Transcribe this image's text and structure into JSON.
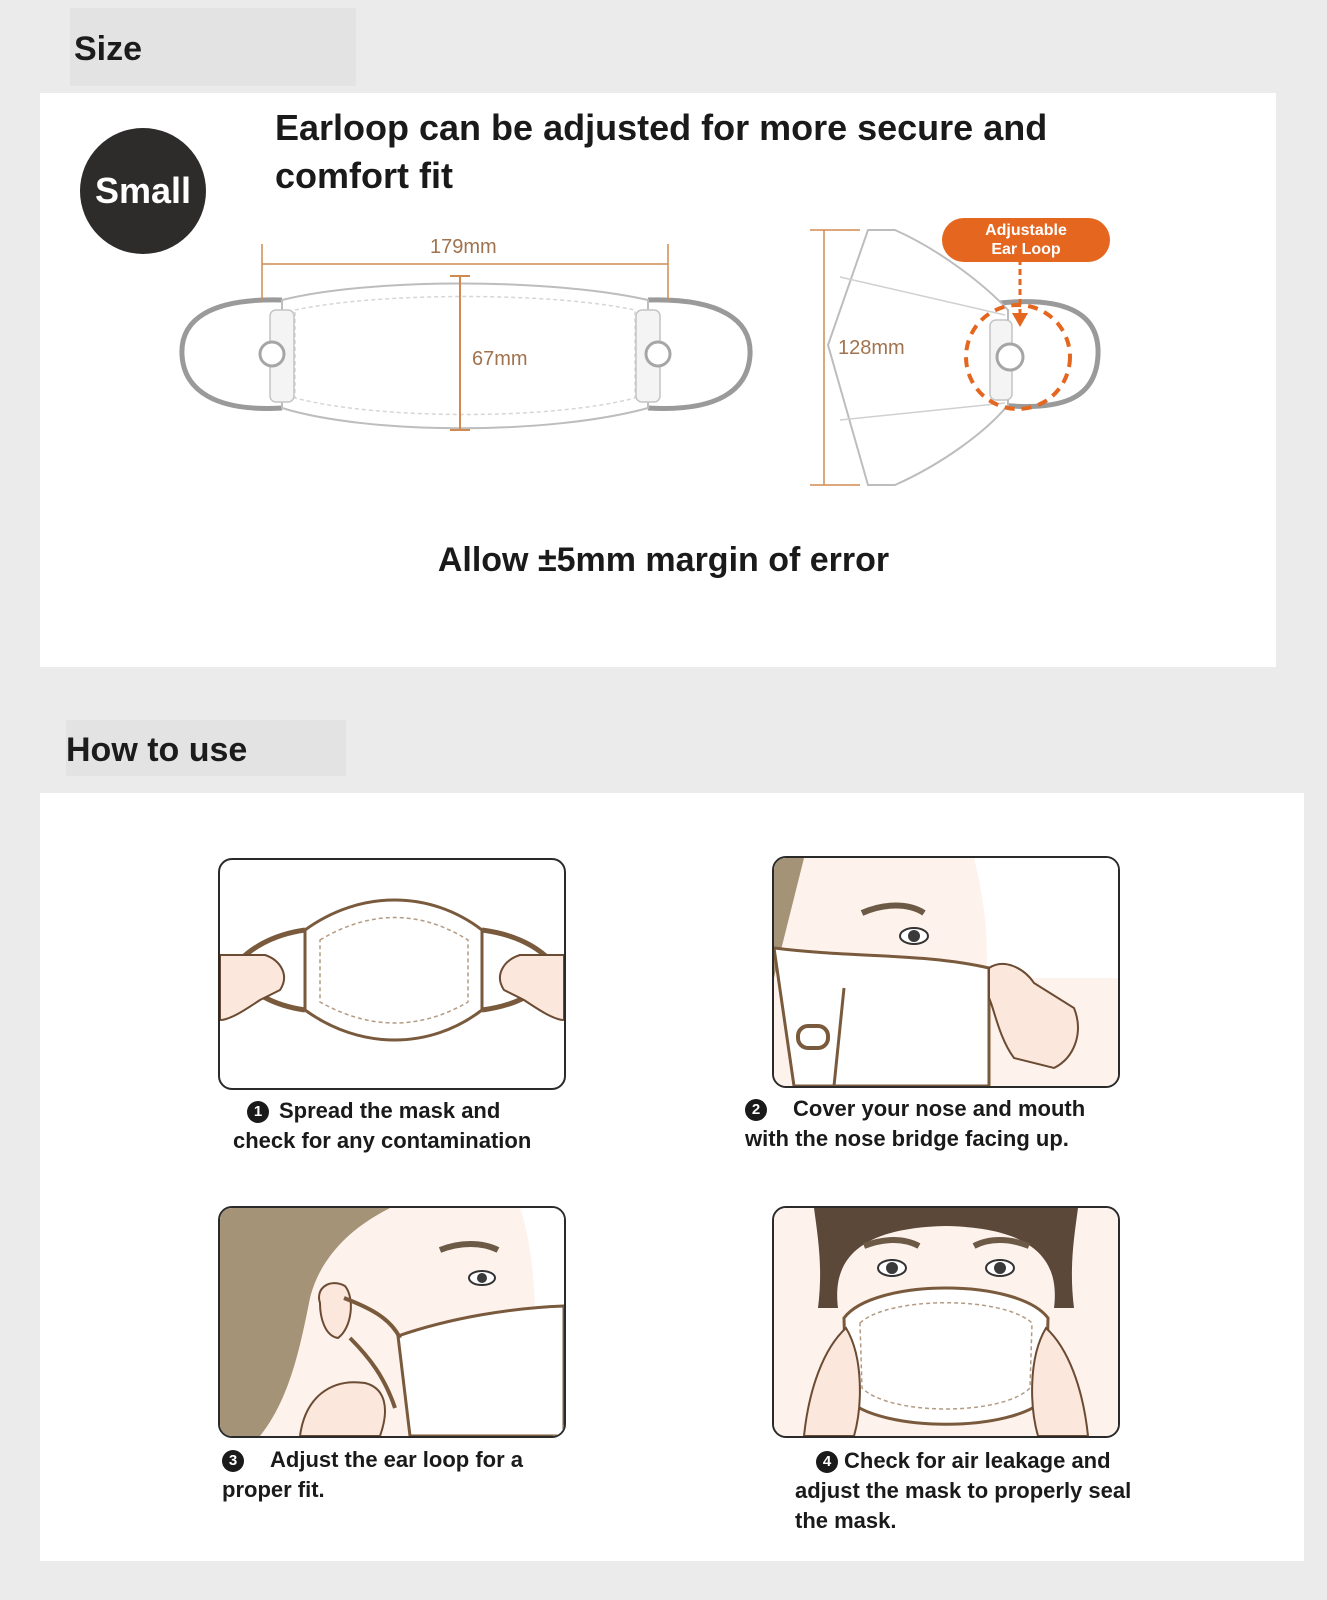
{
  "size_section": {
    "title": "Size Specifications",
    "badge": "Small",
    "headline": "Earloop can be adjusted for more secure and comfort fit",
    "dimensions": {
      "width": "179mm",
      "height": "67mm",
      "side_height": "128mm"
    },
    "callout": {
      "line1": "Adjustable",
      "line2": "Ear Loop"
    },
    "note": "Allow ±5mm margin of error"
  },
  "how_to_section": {
    "title": "How to use",
    "steps": [
      {
        "number": "1",
        "line1": "Spread the mask and",
        "line2": "check for any contamination"
      },
      {
        "number": "2",
        "line1": "Cover your nose and mouth",
        "line2": "with the nose bridge facing up."
      },
      {
        "number": "3",
        "line1": "Adjust the ear loop for a",
        "line2": "proper fit."
      },
      {
        "number": "4",
        "line1": "Check for air leakage and",
        "line2": "adjust the mask to properly seal",
        "line3": "the mask."
      }
    ]
  },
  "colors": {
    "accent": "#e4661f",
    "dimension_line": "#d08a4f",
    "badge_bg": "#2e2b2b"
  }
}
